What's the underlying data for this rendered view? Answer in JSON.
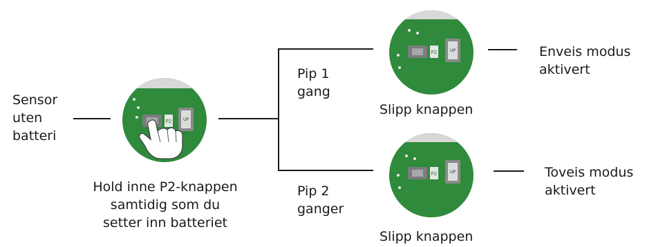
{
  "colors": {
    "board_green": "#2f8a3c",
    "board_dark": "#1f6a2b",
    "line": "#1a1a1a"
  },
  "left_label": {
    "lines": [
      "Sensor",
      "uten",
      "batteri"
    ]
  },
  "center_caption": {
    "lines": [
      "Hold inne P2-knappen",
      "samtidig som du",
      "setter inn batteriet"
    ]
  },
  "branch_top": {
    "beeps": [
      "Pip 1",
      "gang"
    ],
    "release": "Slipp knappen",
    "result": [
      "Enveis modus",
      "aktivert"
    ]
  },
  "branch_bottom": {
    "beeps": [
      "Pip 2",
      "ganger"
    ],
    "release": "Slipp knappen",
    "result": [
      "Toveis modus",
      "aktivert"
    ]
  },
  "board_labels": {
    "p2": "P2",
    "up": "UP"
  },
  "icons": {
    "hand": "hand-pressing-icon"
  }
}
